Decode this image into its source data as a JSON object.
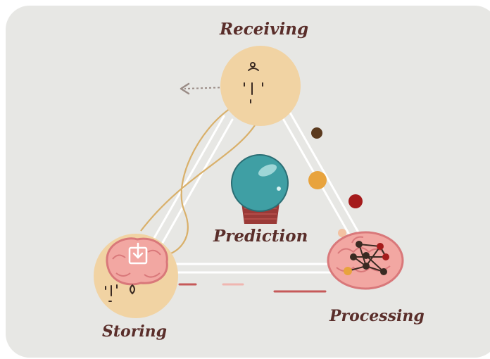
{
  "labels": {
    "receiving": "Receiving",
    "prediction": "Prediction",
    "processing": "Processing",
    "storing": "Storing"
  },
  "icons": [
    "face-icon",
    "arrow-left-icon",
    "crystal-ball-icon",
    "brain-icon",
    "network-icon",
    "download-icon"
  ],
  "colors": {
    "panel": "#e7e7e4",
    "head": "#f1d3a3",
    "brain": "#f2a7a2",
    "brain_stroke": "#d9787a",
    "crystal_ball": "#3f9fa4",
    "text": "#5a2e2a",
    "dot_dark": "#5b3a1e",
    "dot_orange": "#e8a33d",
    "dot_red": "#a51b1b",
    "dot_peach": "#f3c2a2"
  }
}
